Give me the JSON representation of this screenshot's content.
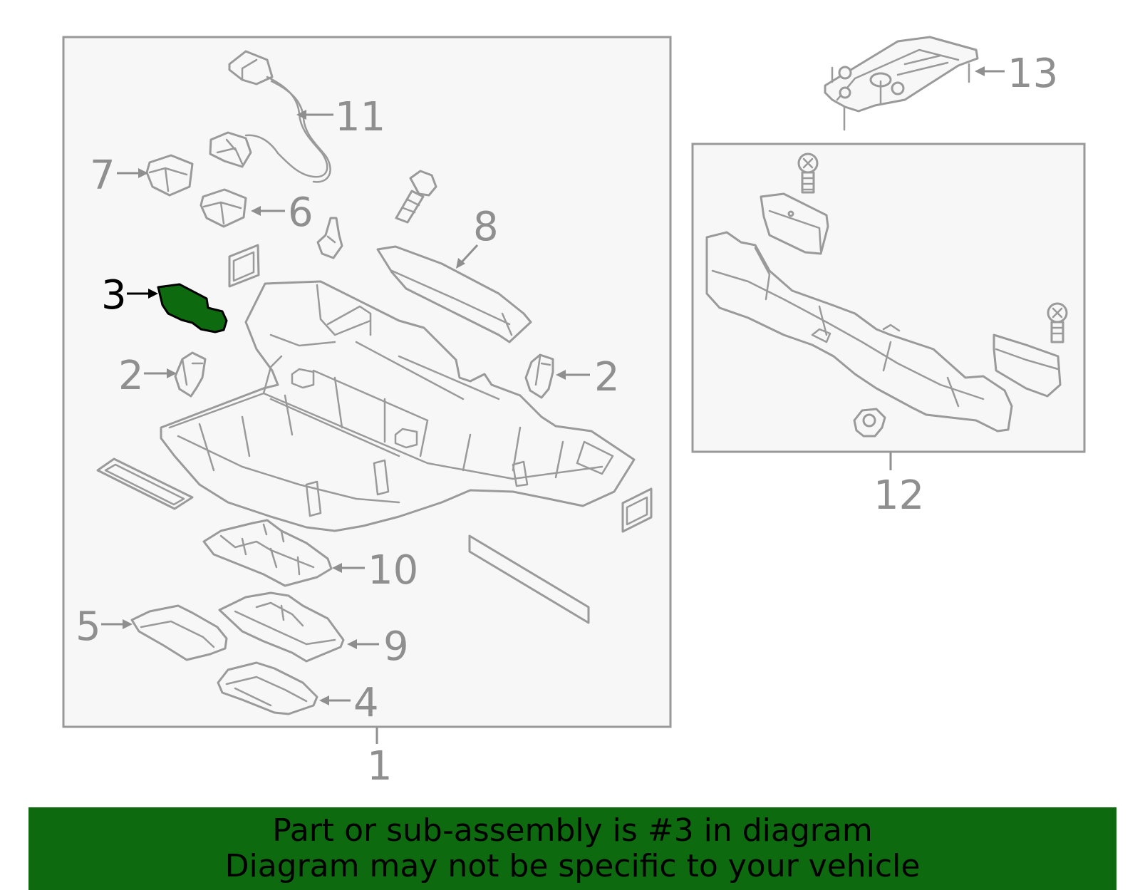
{
  "colors": {
    "highlight": "#0e6a0e",
    "banner": "#0e6a0e",
    "linework": "#999999",
    "callout_active": "#000000"
  },
  "diagram": {
    "highlighted_part": "3",
    "callouts": {
      "c1": "1",
      "c2a": "2",
      "c2b": "2",
      "c3": "3",
      "c4": "4",
      "c5": "5",
      "c6": "6",
      "c7": "7",
      "c8": "8",
      "c9": "9",
      "c10": "10",
      "c11": "11",
      "c12": "12",
      "c13": "13"
    }
  },
  "banner": {
    "line1": "Part or sub-assembly is #3 in diagram",
    "line2": "Diagram may not be specific to your vehicle"
  }
}
